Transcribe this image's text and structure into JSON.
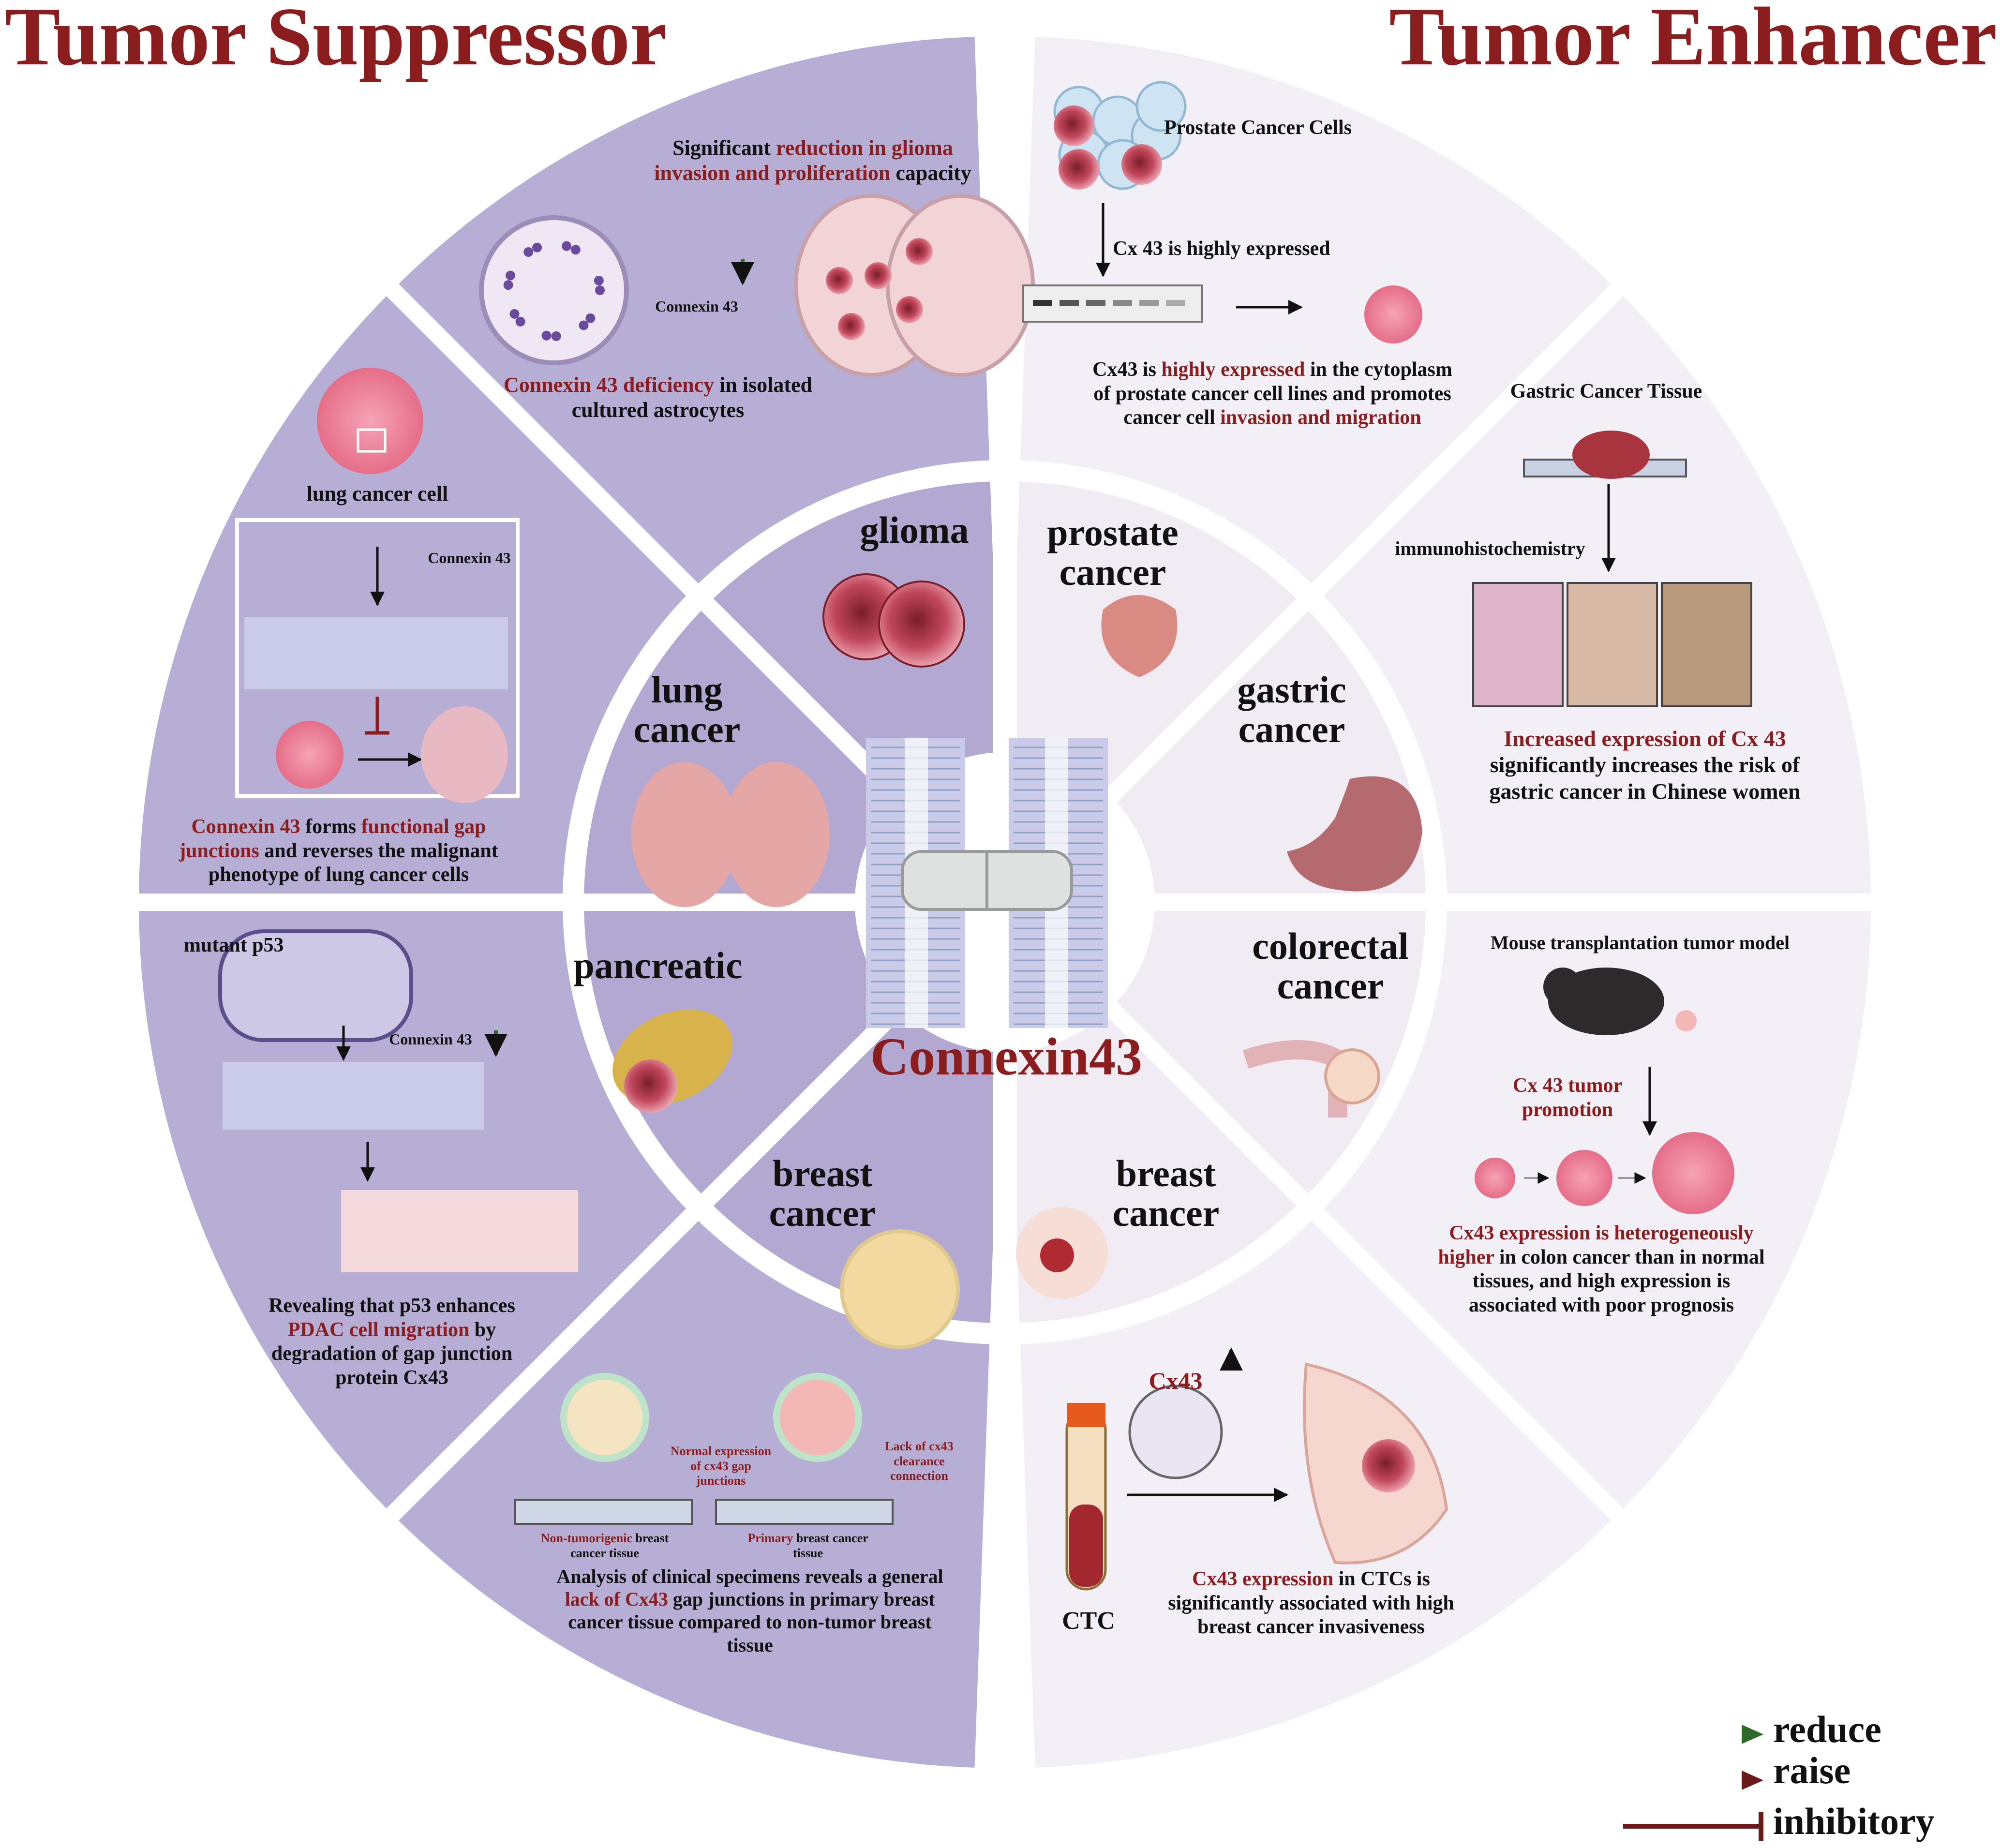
{
  "headings": {
    "left": "Tumor Suppressor",
    "right": "Tumor Enhancer"
  },
  "center": {
    "label": "Connexin43"
  },
  "categories": {
    "glioma": "glioma",
    "lung": [
      "lung",
      "cancer"
    ],
    "pancreatic": "pancreatic",
    "breast_left": [
      "breast",
      "cancer"
    ],
    "prostate": [
      "prostate",
      "cancer"
    ],
    "gastric": [
      "gastric",
      "cancer"
    ],
    "colorectal": [
      "colorectal",
      "cancer"
    ],
    "breast_right": [
      "breast",
      "cancer"
    ]
  },
  "glioma_panel": {
    "finding_1": "Significant ",
    "finding_2": "reduction in glioma invasion and proliferation",
    "finding_3": " capacity",
    "connexin_label": "Connexin 43",
    "caption_1": "Connexin 43 deficiency",
    "caption_2": " in isolated cultured astrocytes"
  },
  "lung_panel": {
    "cell_label": "lung cancer cell",
    "connexin_label": "Connexin 43",
    "caption_1": "Connexin 43",
    "caption_2": " forms ",
    "caption_3": "functional gap junctions",
    "caption_4": " and reverses the malignant phenotype of lung cancer cells"
  },
  "pancreatic_panel": {
    "mutant_label": "mutant p53",
    "connexin_label": "Connexin 43",
    "caption_1": "Revealing that p53 enhances ",
    "caption_2": "PDAC cell migration",
    "caption_3": " by degradation of gap junction protein Cx43"
  },
  "breast_left_panel": {
    "normal_expr": "Normal expression of cx43 gap junctions",
    "lack_label": "Lack of cx43 clearance connection",
    "slide1_red": "Non-tumorigenic",
    "slide1_black": " breast cancer tissue",
    "slide2_red": "Primary",
    "slide2_black": " breast cancer tissue",
    "caption_1": "Analysis of clinical specimens reveals a general ",
    "caption_2": "lack of Cx43",
    "caption_3": " gap junctions in primary breast cancer tissue compared to non-tumor breast tissue"
  },
  "prostate_panel": {
    "cells_label": "Prostate Cancer Cells",
    "expr_label": "Cx 43 is highly expressed",
    "caption_1": "Cx43 is ",
    "caption_2": "highly expressed",
    "caption_3": " in the cytoplasm of prostate cancer cell lines and promotes cancer cell ",
    "caption_4": "invasion and migration"
  },
  "gastric_panel": {
    "tissue_label": "Gastric Cancer Tissue",
    "method_label": "immunohistochemistry",
    "caption_1": "Increased expression of Cx 43",
    "caption_2": " significantly increases the risk of gastric cancer in Chinese women"
  },
  "colorectal_panel": {
    "model_label": "Mouse transplantation tumor model",
    "promo_label": "Cx 43 tumor promotion",
    "caption_1": "Cx43 expression is heterogeneously higher",
    "caption_2": " in colon cancer than in normal tissues, and high expression is associated with poor prognosis"
  },
  "breast_right_panel": {
    "cx_label": "Cx43",
    "ctc_label": "CTC",
    "caption_1": "Cx43 expression",
    "caption_2": " in CTCs is significantly associated with high breast cancer invasiveness"
  },
  "legend": {
    "reduce": "reduce",
    "raise": "raise",
    "inhibitory": "inhibitory"
  },
  "colors": {
    "left_outer": "#b6aed4",
    "left_inner": "#b2a8d2",
    "right_fill": "#f3eff6",
    "accent_red": "#8b1d1f",
    "reduce_green": "#2e6b2a"
  }
}
